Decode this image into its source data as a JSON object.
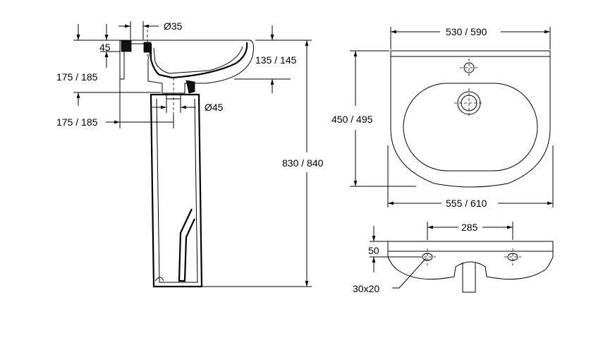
{
  "side_view": {
    "tap_hole_diameter": "Ø35",
    "rim_thickness": "45",
    "upper_offset": "175 / 185",
    "lower_offset": "175 / 185",
    "waste_diameter": "Ø45",
    "bowl_depth": "135 / 145",
    "total_height": "830 / 840"
  },
  "top_view": {
    "back_width": "530 / 590",
    "overall_width": "555 / 610",
    "projection": "450 / 495"
  },
  "rear_view": {
    "fixing_centres": "285",
    "fixing_height": "50",
    "fixing_slot": "30x20"
  }
}
